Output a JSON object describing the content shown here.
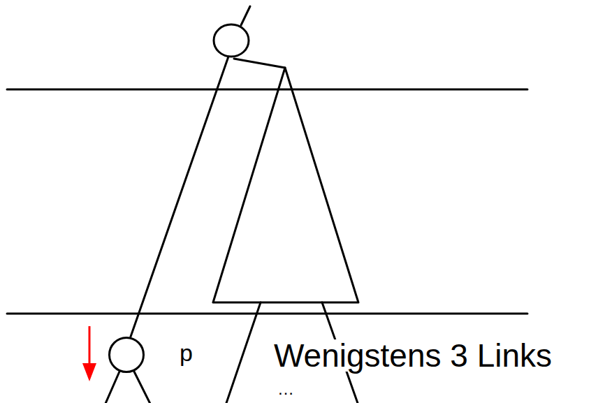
{
  "diagram": {
    "nodes": [
      {
        "text": [
          "p"
        ]
      }
    ],
    "labels": [
      "Wenigstens 3 Links",
      "…"
    ]
  }
}
